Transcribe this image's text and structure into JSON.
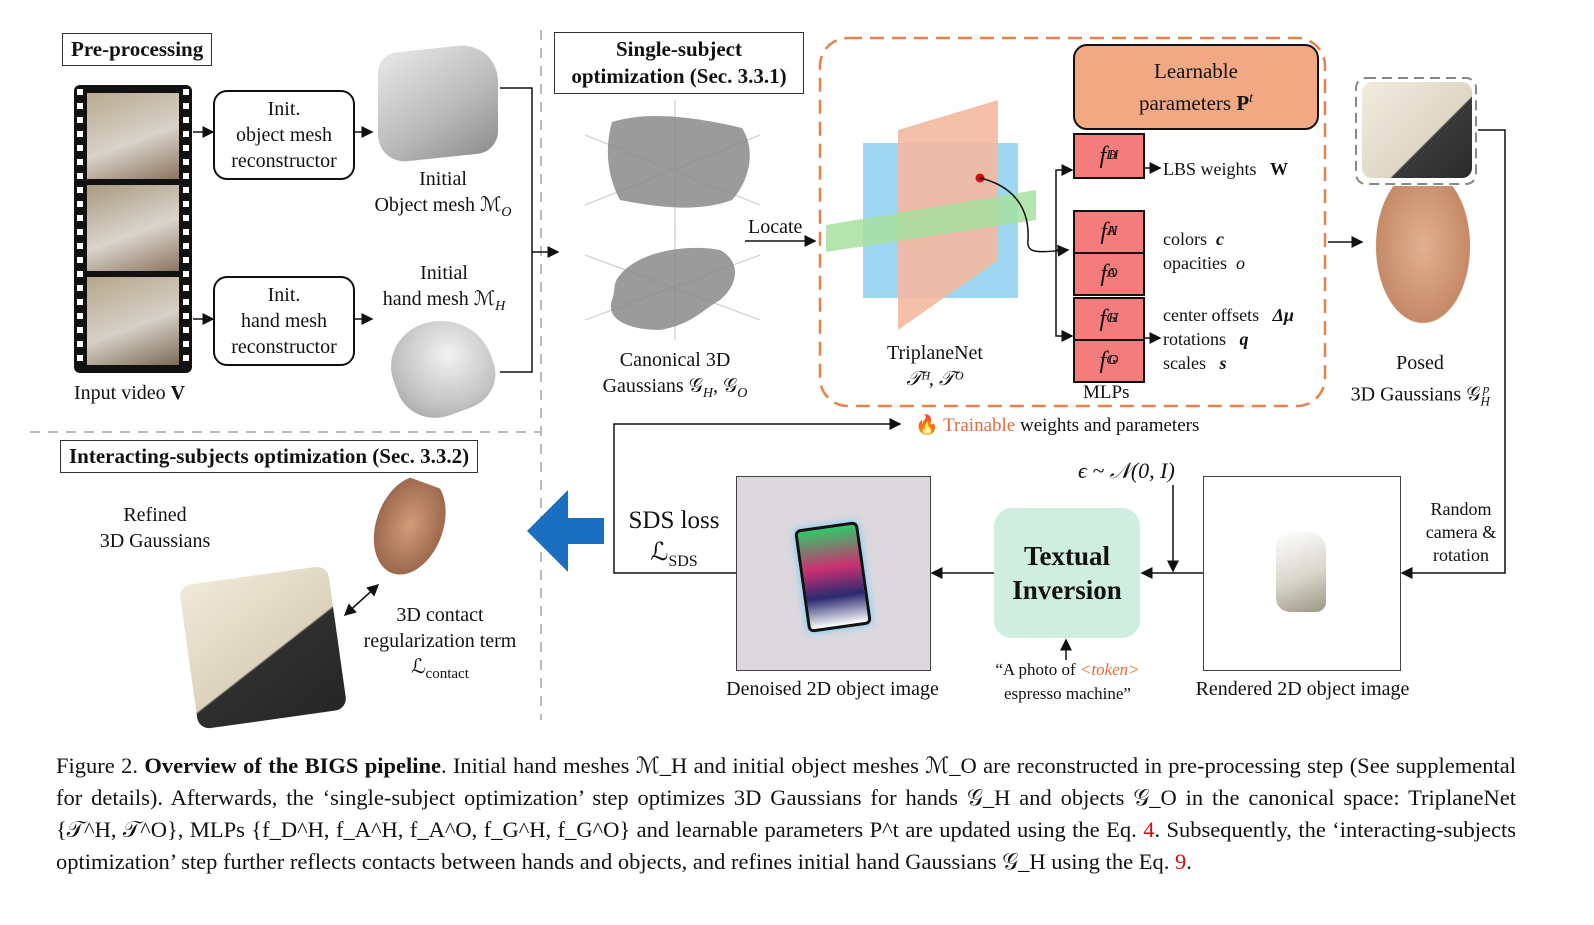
{
  "preprocessing": {
    "title": "Pre-processing",
    "obj_reconstructor": [
      "Init.",
      "object mesh",
      "reconstructor"
    ],
    "hand_reconstructor": [
      "Init.",
      "hand mesh",
      "reconstructor"
    ],
    "initial_object": [
      "Initial",
      "Object mesh ℳ"
    ],
    "initial_object_sub": "O",
    "initial_hand": [
      "Initial",
      "hand mesh ℳ"
    ],
    "initial_hand_sub": "H",
    "input_video": "Input video ",
    "input_video_bold": "V"
  },
  "single": {
    "title": [
      "Single-subject",
      "optimization (Sec. 3.3.1)"
    ],
    "canonical": [
      "Canonical 3D",
      "Gaussians 𝒢"
    ],
    "locate": "Locate",
    "triplane": "TriplaneNet",
    "triplane_sym": "𝒯ᴴ, 𝒯ᴼ",
    "learnable": [
      "Learnable",
      "parameters "
    ],
    "learnable_bold": "P",
    "learnable_sup": "t",
    "mlps": "MLPs",
    "lbs": "LBS weights",
    "lbs_sym": "W",
    "colors": "colors",
    "colors_sym": "c",
    "opacities": "opacities",
    "opacities_sym": "o",
    "offsets": "center offsets",
    "offsets_sym": "Δμ",
    "rotations": "rotations",
    "rotations_sym": "q",
    "scales": "scales",
    "scales_sym": "s",
    "posed": [
      "Posed",
      "3D Gaussians 𝒢"
    ],
    "trainable": "Trainable",
    "trainable_rest": " weights and parameters"
  },
  "interacting": {
    "title": "Interacting-subjects optimization (Sec. 3.3.2)",
    "refined": [
      "Refined",
      "3D Gaussians"
    ],
    "contact": [
      "3D contact",
      "regularization term",
      "ℒ"
    ],
    "contact_sub": "contact",
    "sds": "SDS loss",
    "sds_sym": "ℒ",
    "sds_sub": "SDS",
    "noise": "ϵ ~ 𝒩(0, I)",
    "textual": [
      "Textual",
      "Inversion"
    ],
    "prompt_a": "“A photo of ",
    "prompt_token": "<token>",
    "prompt_b": "espresso machine”",
    "denoised": "Denoised 2D object image",
    "rendered": "Rendered 2D object image",
    "random": [
      "Random",
      "camera &",
      "rotation"
    ]
  },
  "caption": {
    "lead": "Figure 2. ",
    "bold": "Overview of the BIGS pipeline",
    "text": ". Initial hand meshes ℳ_H and initial object meshes ℳ_O are reconstructed in pre-processing step (See supplemental for details). Afterwards, the ‘single-subject optimization’ step optimizes 3D Gaussians for hands 𝒢_H and objects 𝒢_O in the canonical space: TriplaneNet {𝒯^H, 𝒯^O}, MLPs {f_D^H, f_A^H, f_A^O, f_G^H, f_G^O} and learnable parameters P^t are updated using the Eq. ",
    "eq1": "4",
    "text2": ". Subsequently, the ‘interacting-subjects optimization’ step further reflects contacts between hands and objects, and refines initial hand Gaussians 𝒢_H using the Eq. ",
    "eq2": "9",
    "end": "."
  },
  "colors": {
    "orange_dash": "#e8804a",
    "learnable_fill": "#f2a983",
    "mlp_fill": "#f47c7c",
    "textual_fill": "#cfeee0",
    "arrow_blue": "#1a6fc0",
    "plane_blue": "#9fd6f2",
    "plane_orange": "#f4b9a0",
    "plane_green": "#a8e0a0"
  }
}
